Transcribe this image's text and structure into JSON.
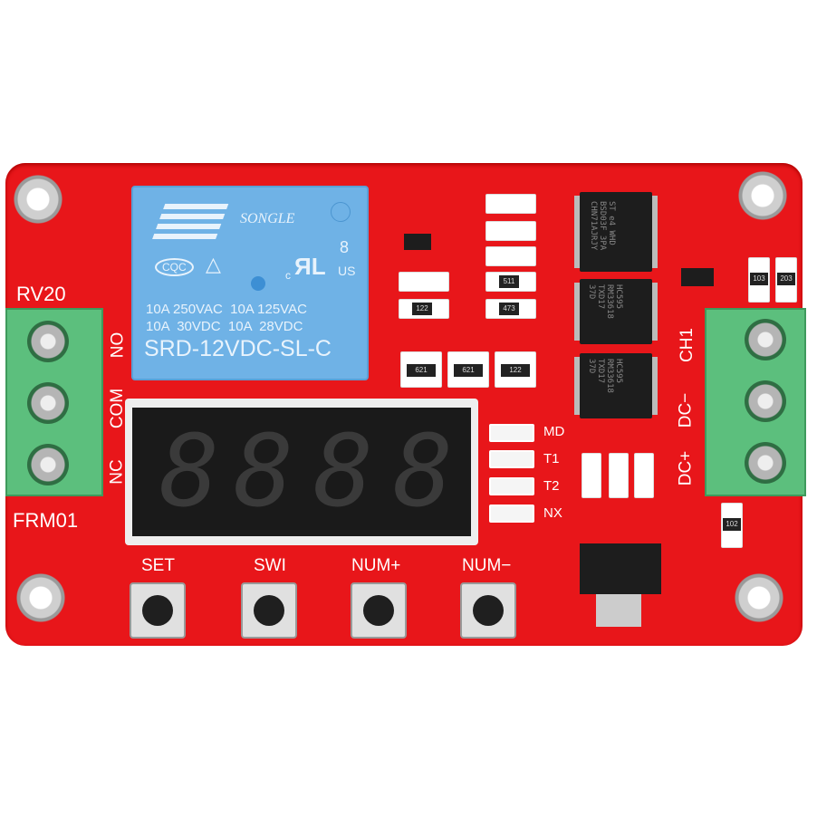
{
  "board": {
    "model_label": "FRM01",
    "rv_label": "RV20",
    "relay_terminals": [
      "NO",
      "COM",
      "NC"
    ],
    "power_terminals": [
      "CH1",
      "DC−",
      "DC+"
    ],
    "indicator_labels": [
      "MD",
      "T1",
      "T2",
      "NX"
    ],
    "buttons": [
      "SET",
      "SWI",
      "NUM+",
      "NUM−"
    ]
  },
  "relay": {
    "brand": "SONGLE",
    "cert_left": "CQC",
    "cert_mark_c": "c",
    "cert_mark_us": "US",
    "cert_number": "8",
    "rating_line1": "10A 250VAC  10A 125VAC",
    "rating_line2": "10A  30VDC  10A  28VDC",
    "model": "SRD-12VDC-SL-C"
  },
  "display": {
    "digits": [
      "8",
      "8",
      "8",
      "8"
    ]
  },
  "chips": [
    {
      "text": "ST e4 WHD\nBSD03F 3PA\nCHN71AJRJY"
    },
    {
      "text": "HC595\nRM33618\nTXD17\n37D"
    },
    {
      "text": "HC595\nRM33618\nTXD17\n37D"
    }
  ],
  "resistors": [
    "122",
    "511",
    "473",
    "621",
    "621",
    "122",
    "103",
    "203",
    "102"
  ],
  "colors": {
    "pcb": "#e8161a",
    "relay": "#6fb2e6",
    "terminal": "#5cbf7d"
  }
}
